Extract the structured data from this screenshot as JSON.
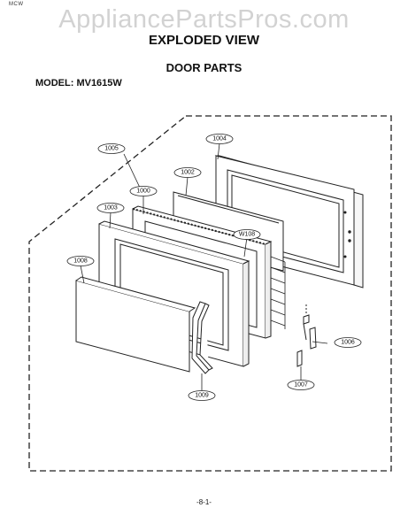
{
  "corner_mark": "MCW",
  "watermark": "AppliancePartsPros.com",
  "header": {
    "title": "EXPLODED VIEW",
    "subtitle": "DOOR PARTS",
    "model_label": "MODEL: MV1615W"
  },
  "callouts": {
    "c1004": "1004",
    "c1005": "1005",
    "c1002": "1002",
    "c1000": "1000",
    "c1003": "1003",
    "cW108": "W108",
    "c1008": "1008",
    "c1006": "1006",
    "c1007": "1007",
    "c1009": "1009"
  },
  "footer": {
    "page_number": "-8-1-"
  }
}
